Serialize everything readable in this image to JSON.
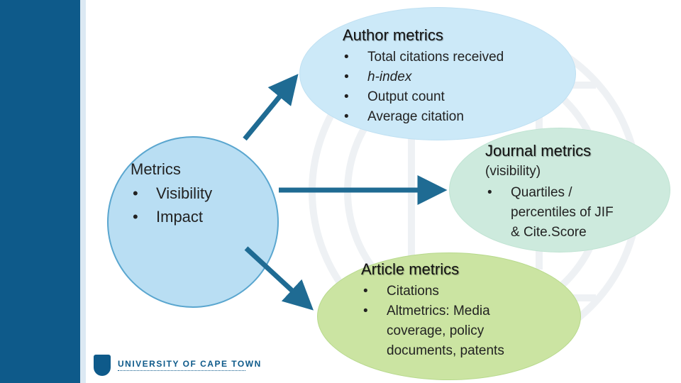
{
  "center": {
    "title": "Metrics",
    "items": [
      "Visibility",
      "Impact"
    ]
  },
  "author": {
    "title": "Author metrics",
    "items": [
      "Total citations received",
      "h-index",
      "Output count",
      "Average citation"
    ]
  },
  "journal": {
    "title": "Journal metrics",
    "subtitle": "(visibility)",
    "items": [
      {
        "line1": "Quartiles /",
        "line2": "percentiles of JIF",
        "line3": "& Cite.Score"
      }
    ]
  },
  "article": {
    "title": "Article metrics",
    "items": [
      {
        "line1": "Citations"
      },
      {
        "line1": "Altmetrics: Media",
        "line2": "coverage, policy",
        "line3": "documents, patents"
      }
    ]
  },
  "logo": {
    "name": "UNIVERSITY OF CAPE TOWN"
  },
  "colors": {
    "band": "#0e5a8a",
    "arrow": "#1f6b93",
    "center_fill": "#b9def3",
    "author_fill": "#cce9f8",
    "journal_fill": "#cdeadd",
    "article_fill": "#cbe4a2"
  }
}
